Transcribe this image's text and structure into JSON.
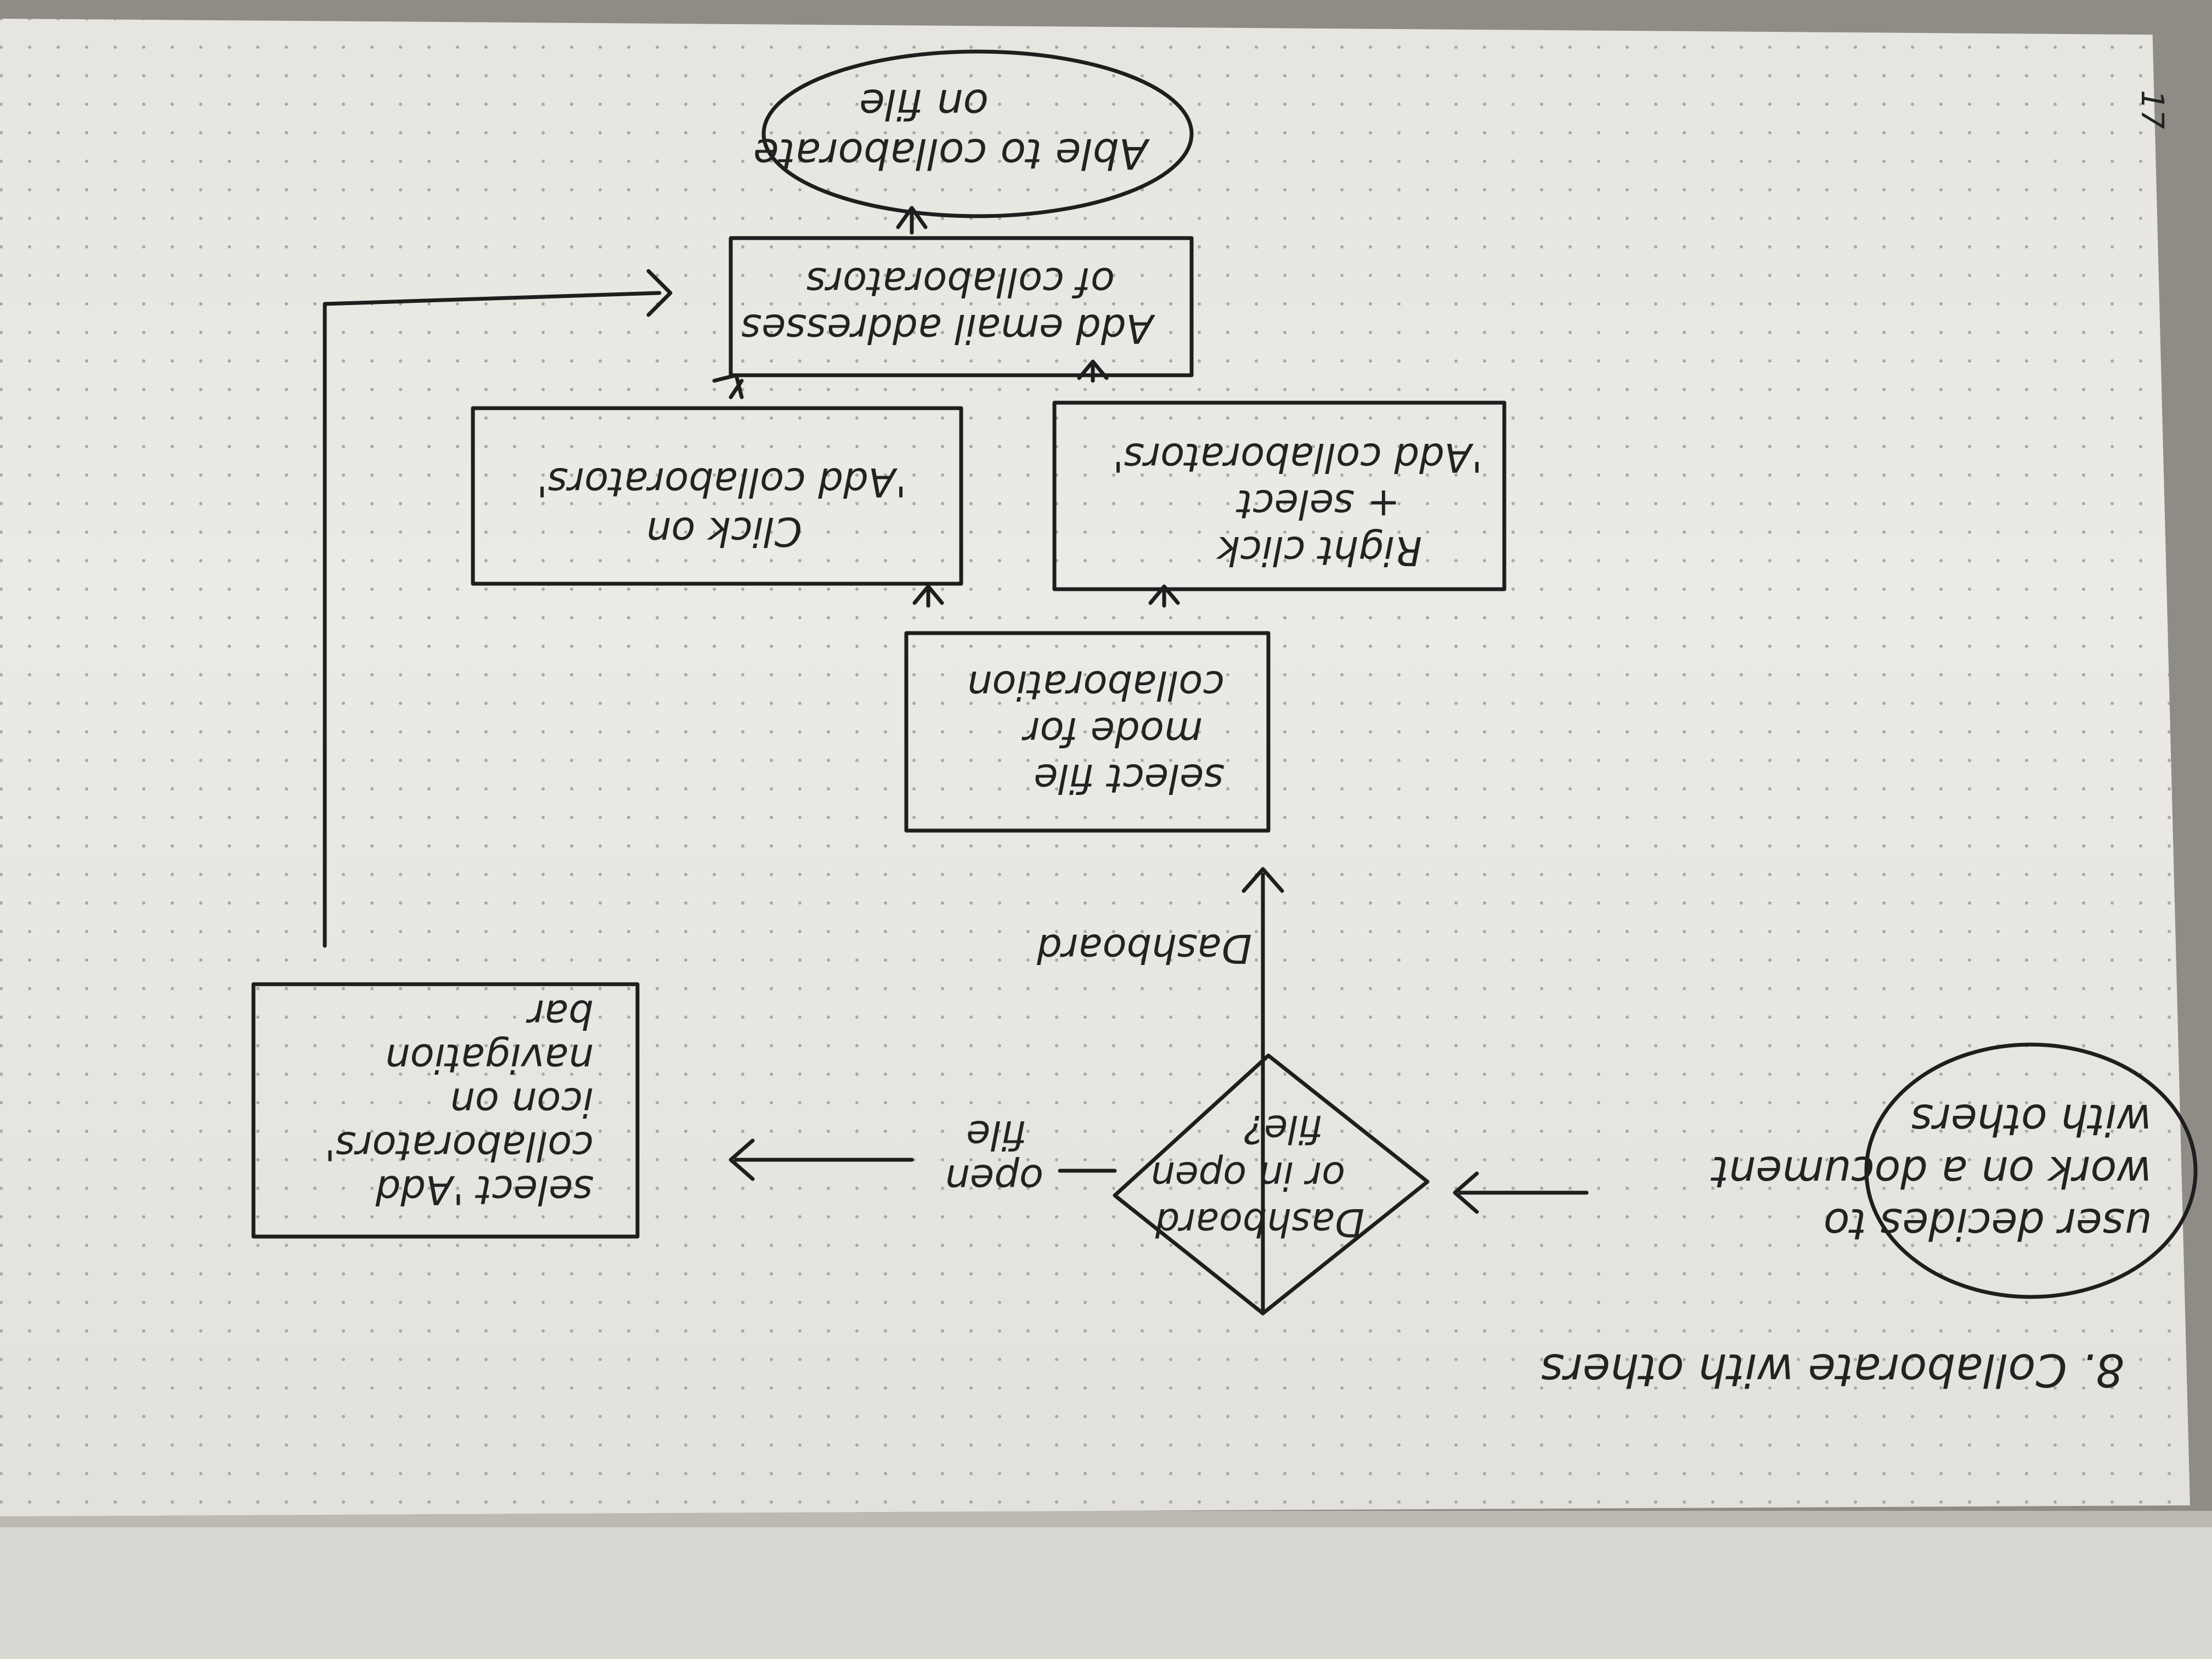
{
  "page": {
    "number": "17"
  },
  "flowchart": {
    "title": "8.  Collaborate with others",
    "nodes": {
      "start": {
        "shape": "oval",
        "lines": [
          "user decides to",
          "work on a document",
          "with others"
        ]
      },
      "decision": {
        "shape": "diamond",
        "lines": [
          "Dashboard",
          "or in open",
          "file?"
        ]
      },
      "select_add": {
        "shape": "box",
        "lines": [
          "select 'Add",
          "collaborators'",
          "icon on",
          "navigation",
          "bar"
        ]
      },
      "select_file": {
        "shape": "box",
        "lines": [
          "select file",
          "mode for",
          "collaboration"
        ]
      },
      "click_on": {
        "shape": "box",
        "lines": [
          "Click on",
          "'Add collaborators'"
        ]
      },
      "right_click": {
        "shape": "box",
        "lines": [
          "Right click",
          "+ select",
          "'Add collaborators'"
        ]
      },
      "add_emails": {
        "shape": "box",
        "lines": [
          "Add email addresses",
          "of collaborators"
        ]
      },
      "end": {
        "shape": "oval",
        "lines": [
          "Able to collaborate",
          "on file"
        ]
      }
    },
    "edges": {
      "open_file": [
        "open",
        "file"
      ],
      "dashboard": [
        "Dashboard"
      ]
    }
  },
  "colors": {
    "paper": "#ebeae6",
    "ink": "#1e1e1e",
    "dots": "#9a9894",
    "shadow": "#8f8c86"
  }
}
